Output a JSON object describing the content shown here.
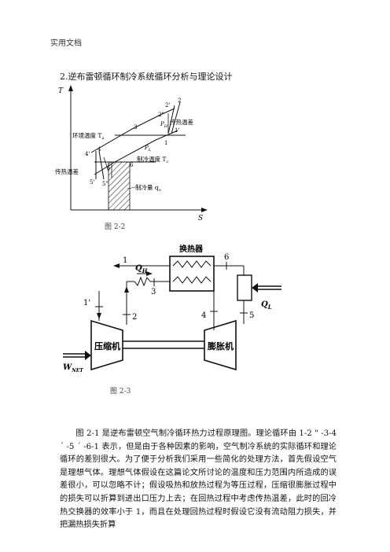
{
  "header": {
    "text": "实用文档"
  },
  "section": {
    "title": "2.逆布雷顿循环制冷系统循环分析与理论设计"
  },
  "fig1": {
    "caption": "图 2-2",
    "axis_t": "T",
    "axis_s": "S",
    "points": {
      "p1": "1",
      "p2": "2'",
      "p2b": "2\"",
      "p2c": "2",
      "p3": "3",
      "p4": "4",
      "p4b": "4'",
      "p5": "5",
      "p5b": "5'",
      "p5c": "5\"",
      "p6": "6",
      "p1b": "1'"
    },
    "pressure_high": "P",
    "pressure_high_sub": "H",
    "pressure_low": "P",
    "pressure_low_sub": "L",
    "ambient_label": "环境温度 T",
    "ambient_sub": "a",
    "heat_temp_diff_right": "传热温差",
    "heat_temp_diff_left": "传热温差",
    "cooling_temp_label": "制冷温度 T",
    "cooling_temp_sub": "c",
    "cooling_capacity_label": "制冷量 q",
    "cooling_capacity_sub": "o"
  },
  "fig2": {
    "caption": "图 2-3",
    "heat_exchanger": "换热器",
    "compressor": "压缩机",
    "expander": "膨胀机",
    "qh": "Q",
    "qh_sub": "H",
    "ql": "Q",
    "ql_sub": "L",
    "wnet": "W",
    "wnet_sub": "NET",
    "n1": "1",
    "n1b": "1'",
    "n2": "2",
    "n3": "3",
    "n4": "4",
    "n5": "5",
    "n6": "6"
  },
  "paragraph": "图 2-1 是逆布雷顿空气制冷循环热力过程原理图。理论循环由 1-2 \" -3-4 ´ -5 ´ -6-1 表示，但是由于各种因素的影响，空气制冷系统的实际循环和理论循环的差别很大。为了便于分析我们采用一些简化的处理方法，首先假设空气是理想气体。理想气体假设在这篇论文所讨论的温度和压力范围内所造成的误差很小，可以忽略不计；假设吸热和放热过程为等压过程，压缩很膨胀过程中的损失可以折算到进出口压力上去；在回热过程中考虑传热温差，此时的回冷热交换器的效率小于 1，而且在处理回热过程时假设它没有流动阻力损失，并把漏热损失折算"
}
